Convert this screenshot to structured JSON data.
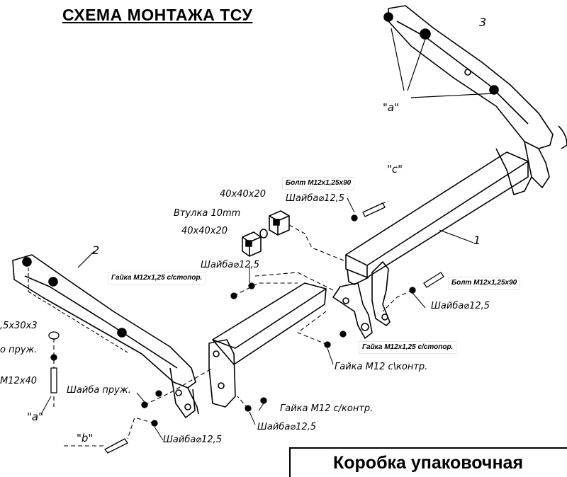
{
  "title": "СХЕМА МОНТАЖА ТСУ",
  "part_numbers": {
    "crossbar": "1",
    "left_bracket": "2",
    "right_bracket": "3"
  },
  "point_labels": {
    "a_right": "\"a\"",
    "a_left": "\"a\"",
    "b": "\"b\"",
    "c": "\"c\""
  },
  "labels": {
    "bolt_top": "Болт М12х1,25х90",
    "washer_top": "Шайба⌀12,5",
    "spacer_1": "40х40х20",
    "sleeve": "Втулка 10mm",
    "spacer_2": "40х40х20",
    "washer_left": "Шайба⌀12,5",
    "nut_lock_left": "Гайка М12х1,25 с/стопор.",
    "bolt_right": "Болт М12х1,25х90",
    "washer_right": "Шайба⌀12,5",
    "nut_lock_center": "Гайка М12х1,25 с/стопор.",
    "nut_counter_center": "Гайка М12 с\\контр.",
    "washer_spring": "Шайба пруж.",
    "nut_counter_bottom": "Гайка М12 с/контр.",
    "washer_bottom_center": "Шайба⌀12,5",
    "washer_bottom_left": "Шайба⌀12,5",
    "left_washer_size": ",5х30х3",
    "left_spring": "о пруж.",
    "left_bolt": "М12х40"
  },
  "package_label": "Коробка упаковочная"
}
